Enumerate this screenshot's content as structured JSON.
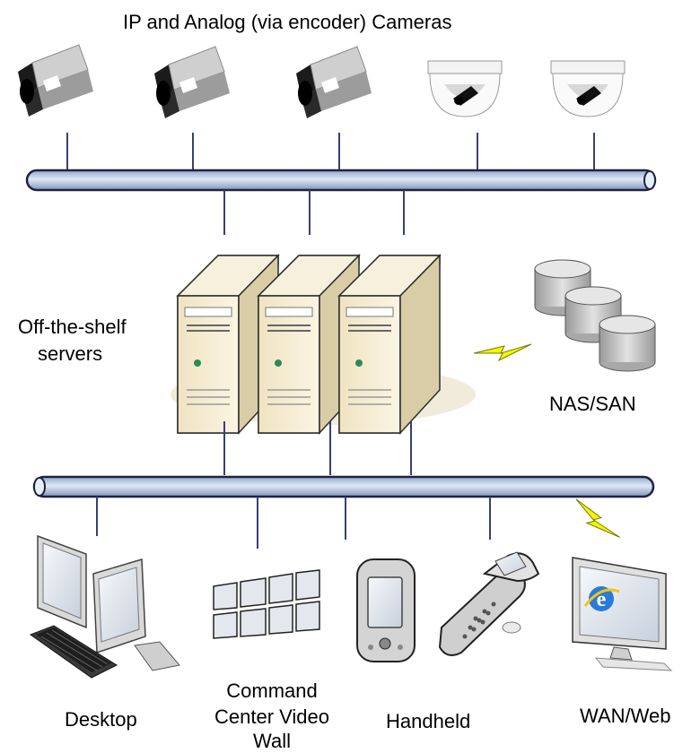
{
  "labels": {
    "cameras": "IP and Analog (via encoder) Cameras",
    "servers_line1": "Off-the-shelf",
    "servers_line2": "servers",
    "storage": "NAS/SAN",
    "desktop": "Desktop",
    "videowall_line1": "Command",
    "videowall_line2": "Center Video",
    "videowall_line3": "Wall",
    "handheld": "Handheld",
    "wanweb": "WAN/Web"
  },
  "colors": {
    "bus_fill": "#c9d8ec",
    "bus_stroke": "#1f2340",
    "connector": "#3a3f73",
    "lightning": "#f5f500",
    "server_body": "#f4ecd2",
    "camera_body": "#c9c9c9"
  },
  "icons": [
    "box-camera-icon",
    "dome-camera-icon",
    "server-tower-icon",
    "storage-disk-icon",
    "lightning-icon",
    "desktop-monitor-icon",
    "keyboard-icon",
    "video-wall-icon",
    "pda-icon",
    "flip-phone-icon",
    "browser-monitor-icon"
  ]
}
